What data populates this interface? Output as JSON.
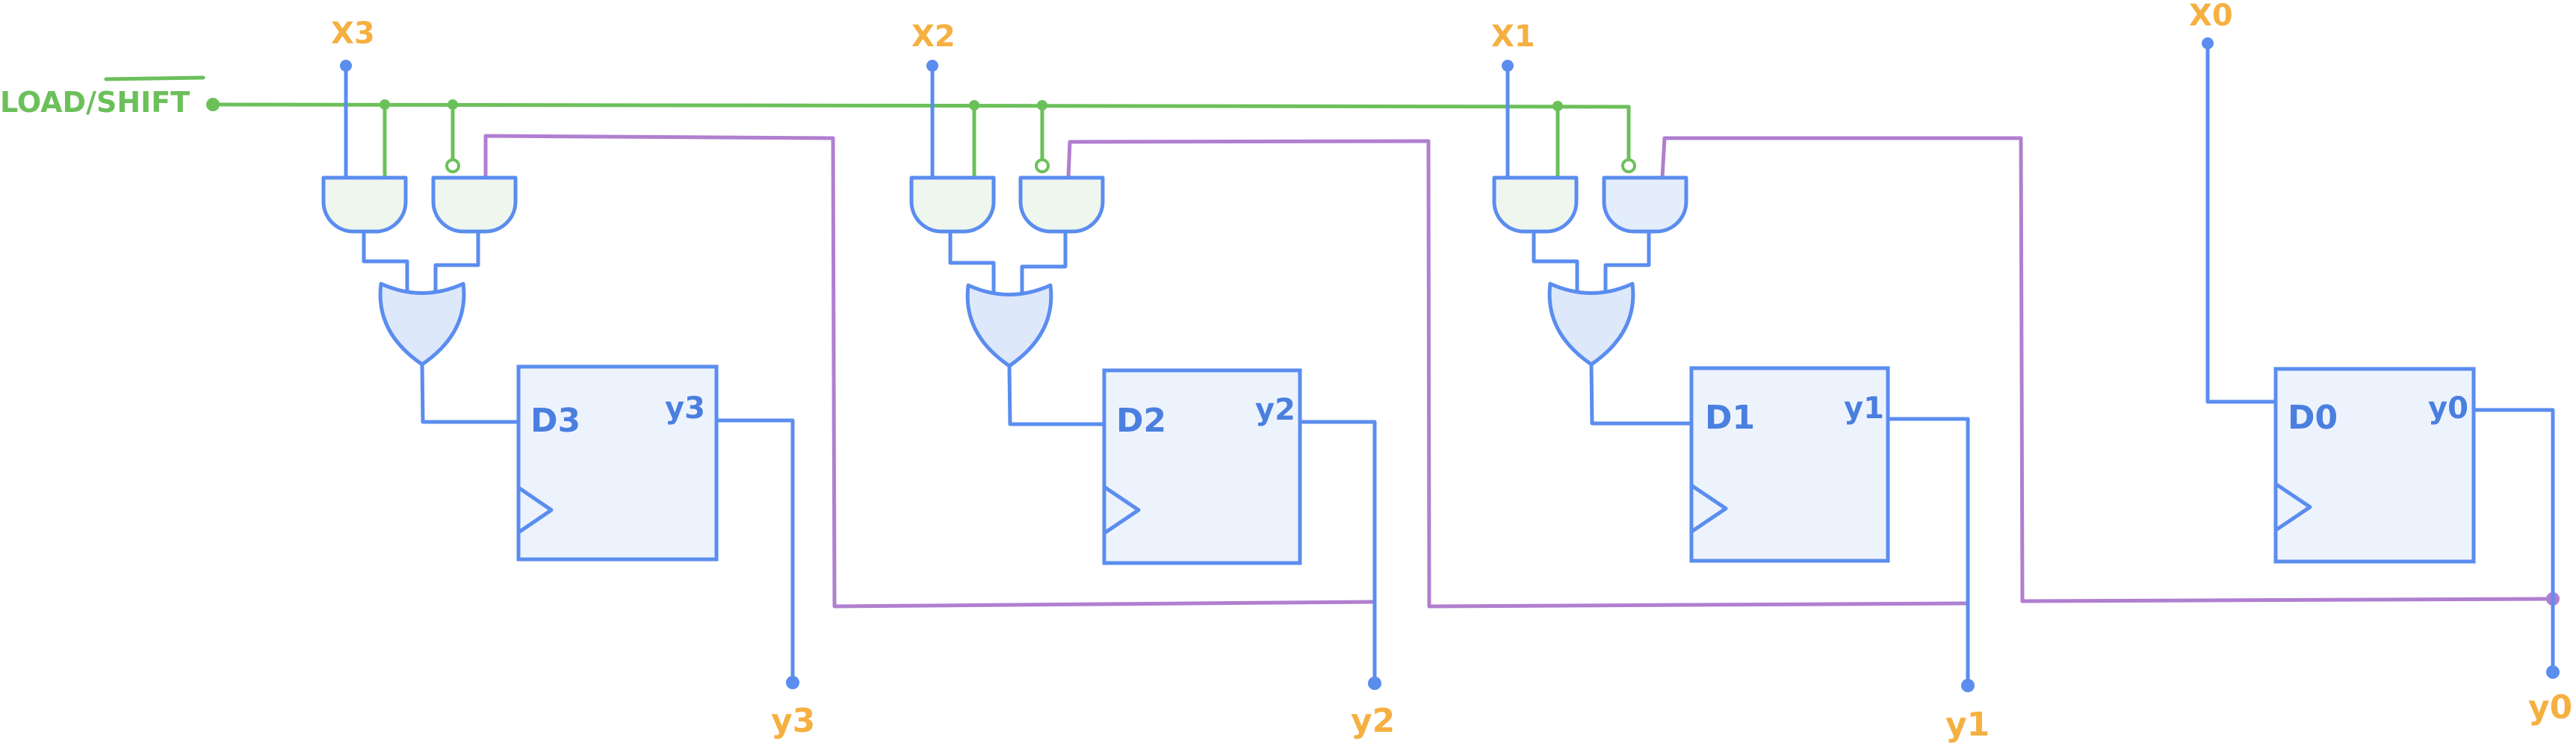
{
  "control": {
    "label_prefix": "LOAD/",
    "label_overbar": "SHIFT"
  },
  "inputs": [
    "X3",
    "X2",
    "X1",
    "X0"
  ],
  "outputs": [
    "y3",
    "y2",
    "y1",
    "y0"
  ],
  "flipflops": [
    {
      "d": "D3",
      "q": "y3"
    },
    {
      "d": "D2",
      "q": "y2"
    },
    {
      "d": "D1",
      "q": "y1"
    },
    {
      "d": "D0",
      "q": "y0"
    }
  ],
  "colors": {
    "data_wire": "#5b8def",
    "control_wire": "#6cc05a",
    "shift_wire": "#b07fcf",
    "labels": "#f5b041"
  }
}
